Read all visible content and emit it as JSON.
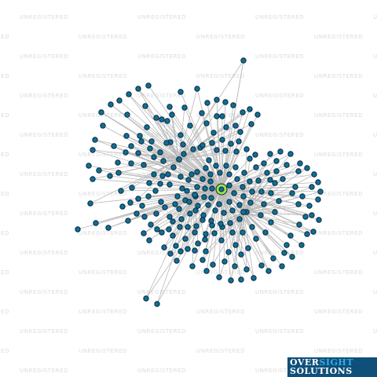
{
  "watermark": "UNREGISTERED",
  "logo": {
    "word1": "OVER",
    "word2": "SIGHT",
    "word3": "SOLUTIONS"
  },
  "colors": {
    "edge": "#b8b8b8",
    "node_fill": "#0f6f97",
    "node_stroke": "#0a2a3a",
    "focus_fill": "#9be24a",
    "watermark": "#dcdcdc",
    "logo_bg": "#0f4f7a",
    "logo_accent": "#2fb0e8"
  }
}
